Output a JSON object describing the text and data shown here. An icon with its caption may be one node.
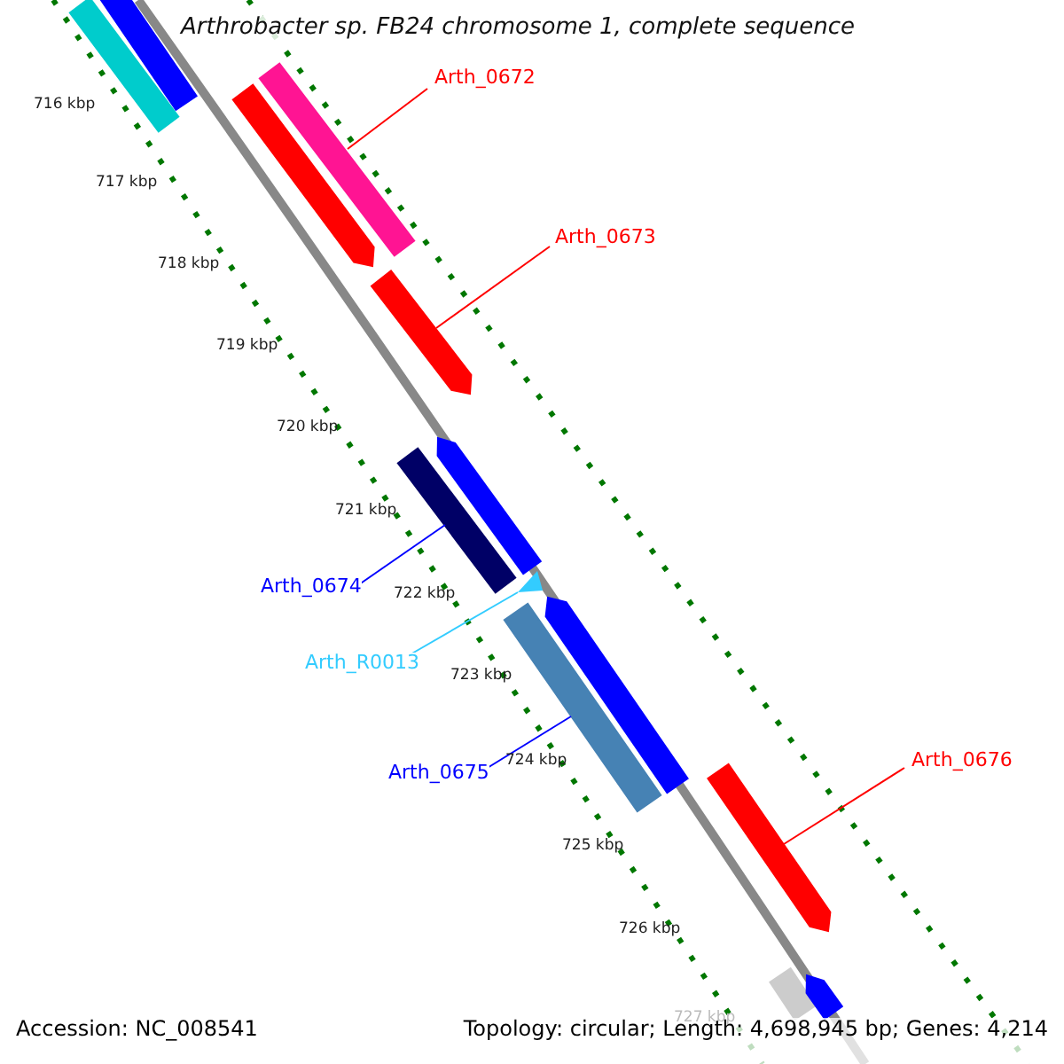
{
  "diagram": {
    "title": "Arthrobacter sp. FB24 chromosome 1, complete sequence",
    "nodes": [
      {
        "text": [
          "Arth_0672"
        ]
      },
      {
        "text": [
          "Arth_0673"
        ]
      },
      {
        "text": [
          "Arth_0674"
        ]
      },
      {
        "text": [
          "Arth_R0013"
        ]
      },
      {
        "text": [
          "Arth_0675"
        ]
      },
      {
        "text": [
          "Arth_0676"
        ]
      },
      {
        "text": [],
        "shape": "bar"
      },
      {
        "text": [],
        "shape": "bar"
      },
      {
        "text": [],
        "shape": "bar"
      },
      {
        "text": [],
        "shape": "bar"
      },
      {
        "text": [],
        "shape": "bar"
      },
      {
        "text": [],
        "shape": "bar"
      },
      {
        "text": [],
        "shape": "bar"
      },
      {
        "text": [],
        "shape": "triangle"
      },
      {
        "text": [],
        "shape": "bar"
      },
      {
        "text": [],
        "shape": "bar"
      },
      {
        "text": [],
        "shape": "bar"
      },
      {
        "text": [],
        "shape": "bar"
      },
      {
        "text": [],
        "shape": "bar"
      }
    ],
    "edges": [
      {
        "from": 0,
        "to": 9,
        "arrow": "none"
      },
      {
        "from": 1,
        "to": 10,
        "arrow": "none"
      },
      {
        "from": 2,
        "to": 12,
        "arrow": "none",
        "color": "#0000ff"
      },
      {
        "from": 3,
        "to": 13,
        "arrow": "none",
        "color": "#33ccff"
      },
      {
        "from": 4,
        "to": 15,
        "arrow": "none",
        "color": "#0000ff"
      },
      {
        "from": 5,
        "to": 16,
        "arrow": "none"
      }
    ],
    "labels": [
      "716 kbp",
      "717 kbp",
      "718 kbp",
      "719 kbp",
      "720 kbp",
      "721 kbp",
      "722 kbp",
      "723 kbp",
      "724 kbp",
      "725 kbp",
      "726 kbp",
      "727 kbp",
      "Accession: NC_008541",
      "Topology: circular; Length: 4,698,945 bp; Genes: 4,214"
    ]
  }
}
